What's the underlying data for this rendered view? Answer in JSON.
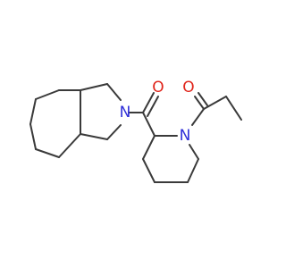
{
  "molecule": {
    "atoms": [
      {
        "id": "N1",
        "label": "N",
        "color": "#2f2fd8"
      },
      {
        "id": "N2",
        "label": "N",
        "color": "#2f2fd8"
      },
      {
        "id": "O1",
        "label": "O",
        "color": "#e0251b"
      },
      {
        "id": "O2",
        "label": "O",
        "color": "#e0251b"
      }
    ],
    "bond_color": "#3a3a3a",
    "background": "#ffffff"
  }
}
